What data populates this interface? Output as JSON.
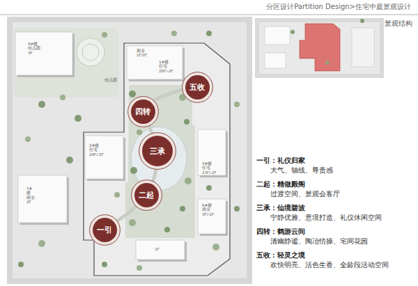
{
  "diagram": {
    "nodes": [
      {
        "text": [
          "五收"
        ]
      },
      {
        "text": [
          "四转"
        ]
      },
      {
        "text": [
          "三承"
        ]
      },
      {
        "text": [
          "二起"
        ]
      },
      {
        "text": [
          "一引"
        ]
      }
    ],
    "labels": [
      "分区设计Partition Design>住宅中庭景观设计",
      "景观结构",
      "8#楼 幼儿园 3F",
      "幼儿园",
      "商业 1F/2F",
      "1#楼 住宅 28F/-2F",
      "2#楼 住宅 24F/-2F",
      "3#楼 住宅 23F/-2F",
      "6#楼 商业 3F/-2F",
      "7#楼 商业 2F",
      "1F",
      "一引：礼仪归家",
      "大气、轴线、尊贵感",
      "二起：精做殿阁",
      "过渡空间、景观会客厅",
      "三承：仙境碧波",
      "宁静优雅、意境打造、礼仪休闲空间",
      "四转：鹤游云间",
      "清幽静谧、陶冶情操、宅间花园",
      "五收：轻灵之境",
      "欢快明亮、活色生香、全龄段活动空间"
    ]
  }
}
